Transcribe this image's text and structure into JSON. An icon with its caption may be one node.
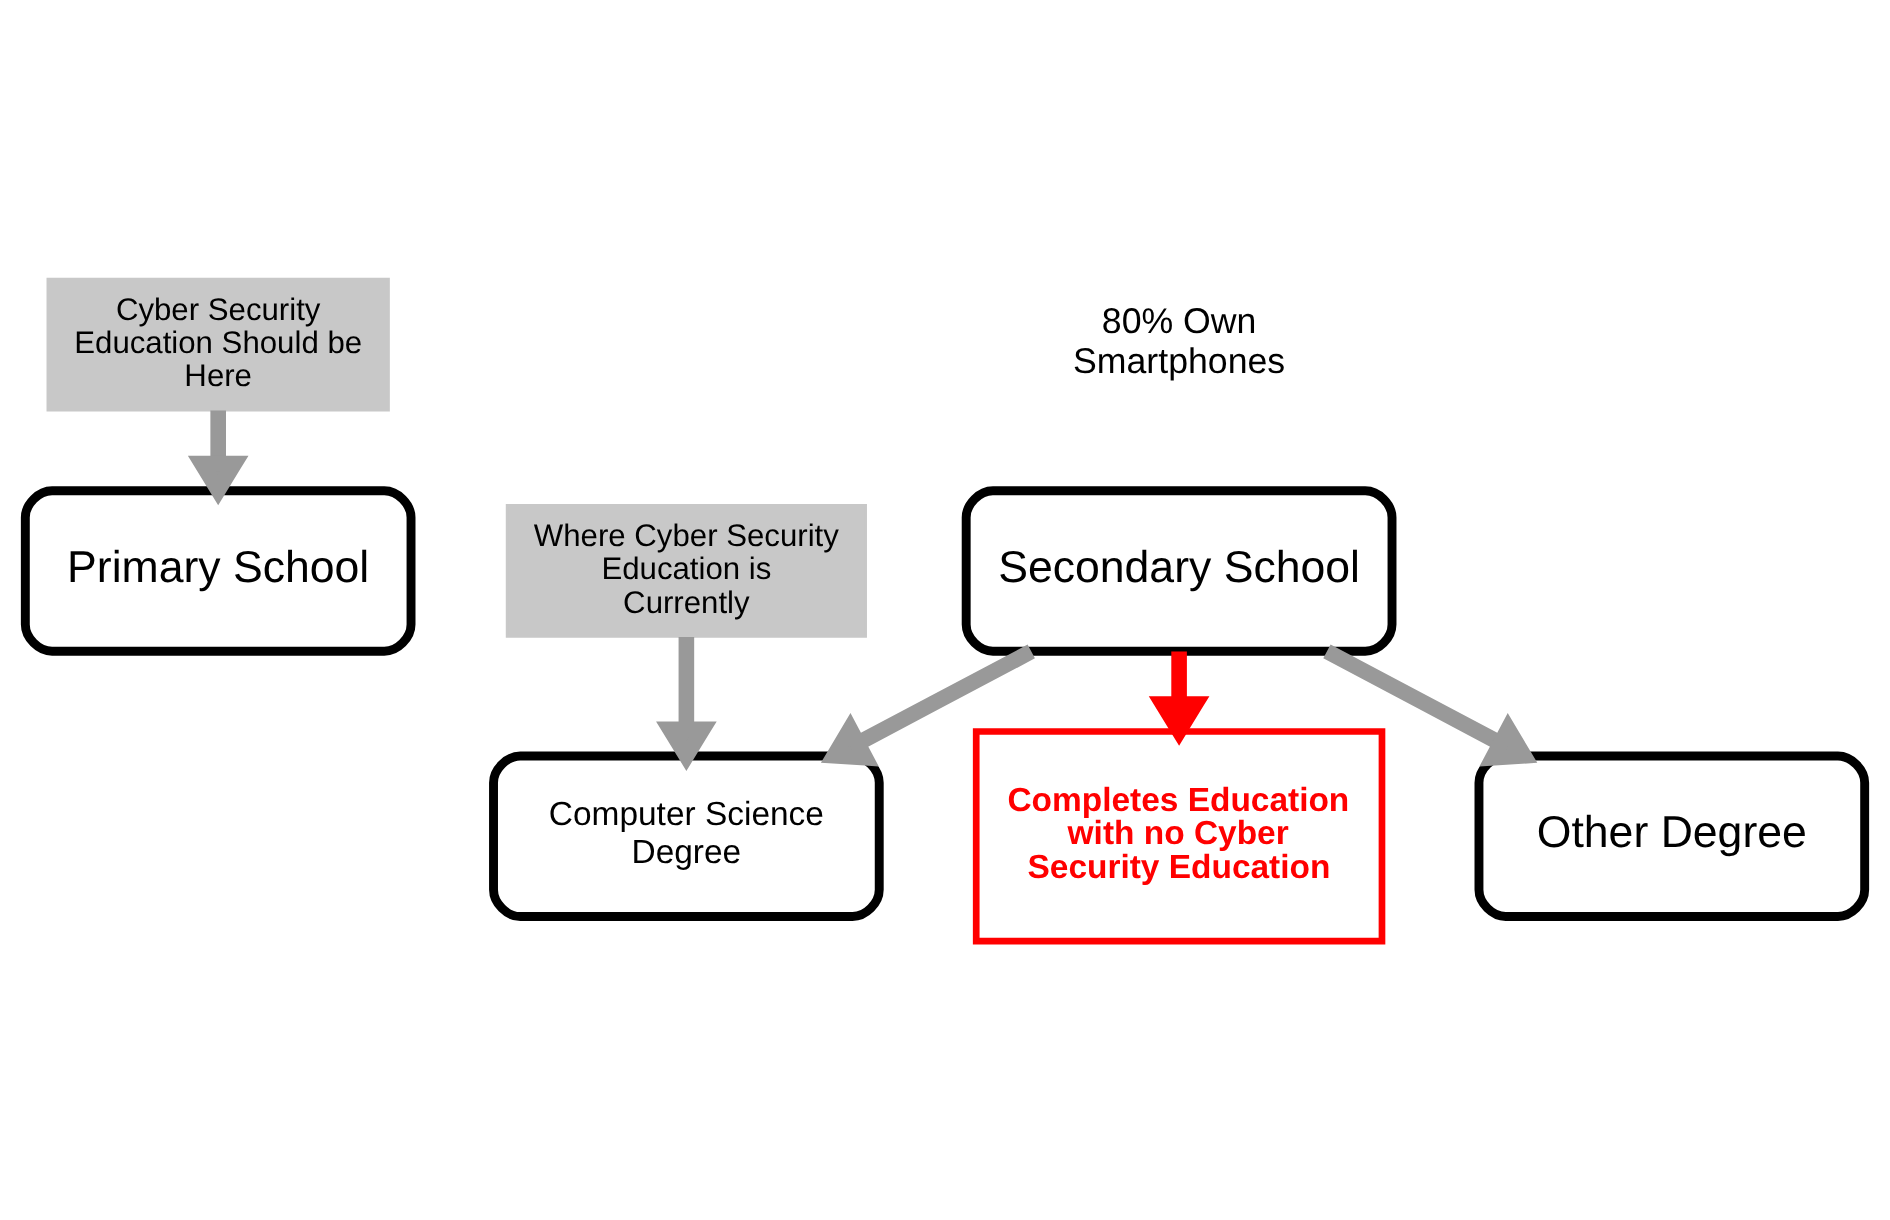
{
  "diagram": {
    "nodes": [
      {
        "text": [
          "Cyber Security Education Should be Here"
        ]
      },
      {
        "text": [
          "Primary School"
        ]
      },
      {
        "text": [
          "Secondary School"
        ],
        "beside": [
          "80% Own Smartphones"
        ]
      },
      {
        "text": [
          "Completes Education with no Cyber Security Education"
        ]
      },
      {
        "text": [
          "Other Degree"
        ]
      },
      {
        "text": [
          "Computer Science Degree"
        ]
      },
      {
        "text": [
          "Where Cyber Security Education is Currently"
        ]
      }
    ],
    "edges": [
      {
        "from": 0,
        "to": 1,
        "arrow": "to"
      },
      {
        "from": 2,
        "to": 4,
        "arrow": "to"
      },
      {
        "from": 2,
        "to": 5,
        "arrow": "to"
      },
      {
        "from": 2,
        "to": 3,
        "arrow": "to",
        "color": "#ff0000"
      },
      {
        "from": 6,
        "to": 5,
        "arrow": "to"
      }
    ]
  }
}
